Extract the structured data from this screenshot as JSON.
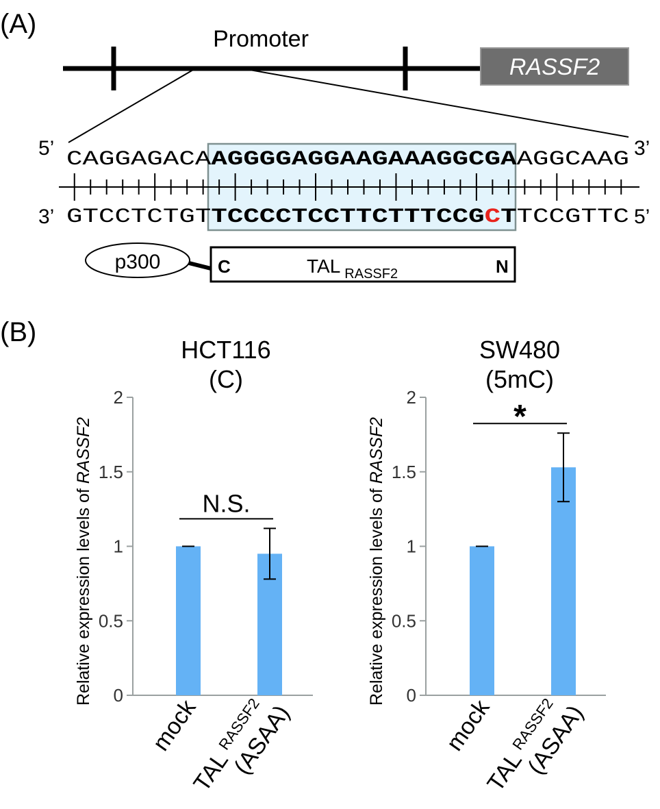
{
  "panel_a": {
    "label": "(A)",
    "promoter_label": "Promoter",
    "gene_box_label": "RASSF2",
    "top_strand": {
      "left_end": "5’",
      "right_end": "3’",
      "prefix": "CAGGAGACA",
      "target": "AGGGGAGGAAGAAAGGCGA",
      "suffix": "AGGCAAG"
    },
    "bottom_strand": {
      "left_end": "3’",
      "right_end": "5’",
      "prefix": "GTCCTCTGT",
      "target_a": "TCCCCTCCTTCTTTCCG",
      "target_mark": "C",
      "target_b": "T",
      "suffix": "TCCGTTC"
    },
    "fusion": {
      "effector": "p300",
      "c_term": "C",
      "n_term": "N",
      "tal_main": "TAL",
      "tal_sub": "RASSF2"
    },
    "colors": {
      "target_highlight": "#e3f4fc",
      "target_border": "#7f9191",
      "gene_box": "#6e6e6e",
      "mark": "#e8231c"
    }
  },
  "panel_b": {
    "label": "(B)"
  },
  "chart_data": [
    {
      "type": "bar",
      "title": "HCT116",
      "subtitle": "(C)",
      "ylabel_main": "Relative expression levels of ",
      "ylabel_gene": "RASSF2",
      "ylim": [
        0,
        2
      ],
      "yticks": [
        "0",
        "0.5",
        "1",
        "1.5",
        "2"
      ],
      "categories": [
        "mock",
        "TAL RASSF2 (ASAA)"
      ],
      "values": [
        1.0,
        0.95
      ],
      "errors": [
        0.0,
        0.17
      ],
      "significance": "N.S.",
      "bar_color": "#64b2f5"
    },
    {
      "type": "bar",
      "title": "SW480",
      "subtitle": "(5mC)",
      "ylabel_main": "Relative expression levels of ",
      "ylabel_gene": "RASSF2",
      "ylim": [
        0,
        2
      ],
      "yticks": [
        "0",
        "0.5",
        "1",
        "1.5",
        "2"
      ],
      "categories": [
        "mock",
        "TAL RASSF2 (ASAA)"
      ],
      "values": [
        1.0,
        1.53
      ],
      "errors": [
        0.0,
        0.23
      ],
      "significance": "*",
      "bar_color": "#64b2f5"
    }
  ],
  "x_labels": {
    "mock": "mock",
    "tal_main": "TAL",
    "tal_sub": "RASSF2",
    "tal_variant": "(ASAA)"
  }
}
